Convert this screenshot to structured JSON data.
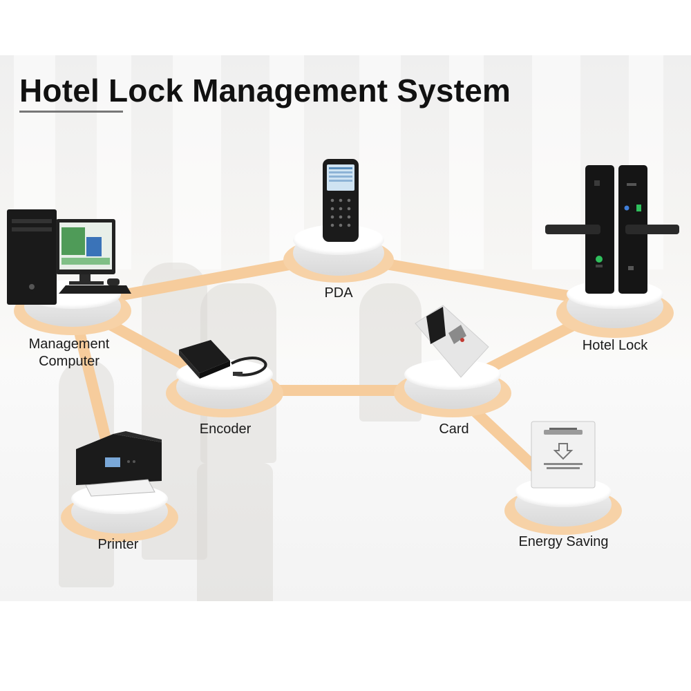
{
  "title": "Hotel Lock Management System",
  "nodes": {
    "management_computer": {
      "label_line1": "Management",
      "label_line2": "Computer",
      "icon": "desktop-computer-icon"
    },
    "pda": {
      "label": "PDA",
      "icon": "pda-handheld-icon"
    },
    "hotel_lock": {
      "label": "Hotel Lock",
      "icon": "door-lock-icon"
    },
    "encoder": {
      "label": "Encoder",
      "icon": "card-encoder-icon"
    },
    "card": {
      "label": "Card",
      "icon": "key-card-icon"
    },
    "printer": {
      "label": "Printer",
      "icon": "printer-icon"
    },
    "energy_saving": {
      "label": "Energy Saving",
      "icon": "energy-saving-switch-icon"
    }
  },
  "colors": {
    "connector": "#f6cc9c",
    "halo": "#f7d2a7",
    "device_dark": "#1b1b1b"
  }
}
